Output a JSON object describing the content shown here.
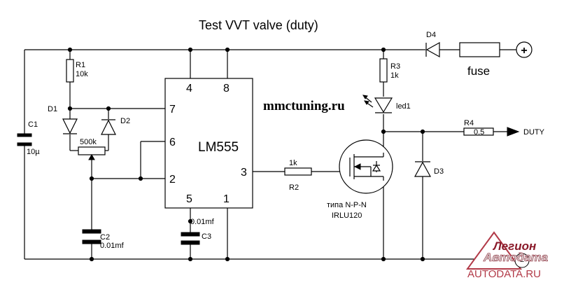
{
  "title": "Test VVT valve (duty)",
  "website": "mmctuning.ru",
  "chip": {
    "name": "LM555",
    "pins": [
      "4",
      "8",
      "7",
      "6",
      "2",
      "3",
      "5",
      "1"
    ]
  },
  "components": {
    "r1_name": "R1",
    "r1_value": "10k",
    "d1": "D1",
    "d2": "D2",
    "pot_value": "500k",
    "c1_name": "C1",
    "c1_value": "10µ",
    "c2_name": "C2",
    "c2_value": "0.01mf",
    "c3_name": "C3",
    "c3_value": "0.01mf",
    "r2_value": "1k",
    "r2_name": "R2",
    "r3_name": "R3",
    "r3_value": "1k",
    "led_name": "led1",
    "r4_name": "R4",
    "r4_value": "0.5",
    "d3": "D3",
    "d4": "D4",
    "fuse": "fuse",
    "plus": "+",
    "output": "DUTY",
    "transistor_type": "типа N-P-N",
    "transistor_model": "IRLU120"
  },
  "logo": {
    "line1": "Легион",
    "line2": "Автодата",
    "line3": "AUTODATA.RU",
    "minus": "−"
  }
}
